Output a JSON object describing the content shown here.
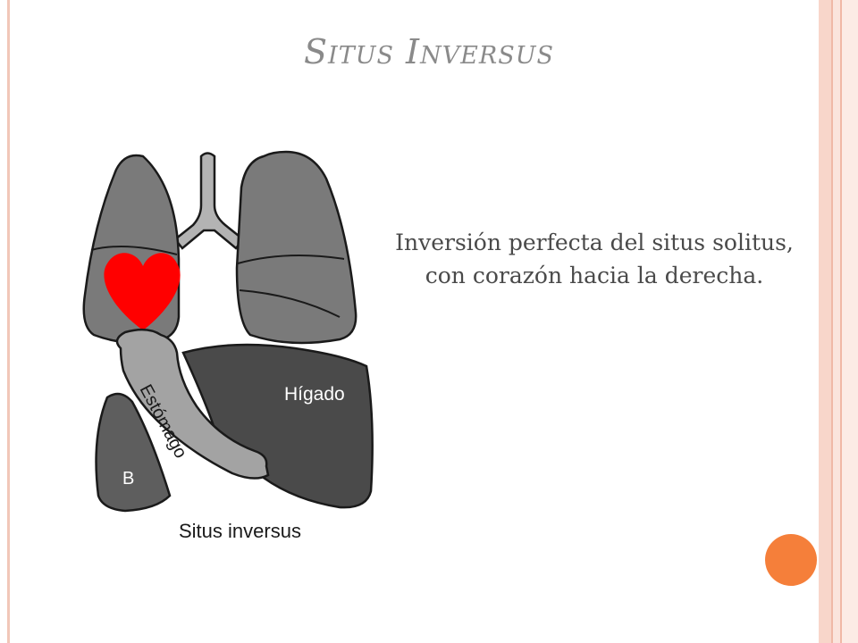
{
  "slide": {
    "title": "Situs Inversus",
    "body": "Inversión perfecta del situs solitus, con corazón hacia la derecha."
  },
  "diagram": {
    "labels": {
      "liver": "Hígado",
      "stomach": "Estómago",
      "spleen": "B",
      "caption": "Situs inversus"
    }
  },
  "colors": {
    "accent_dot": "#f57f3a",
    "heart": "#ff0000",
    "frame": "#f1c7b8",
    "title_text": "#8a8a8a"
  },
  "icons": [
    "heart-icon",
    "accent-dot"
  ]
}
